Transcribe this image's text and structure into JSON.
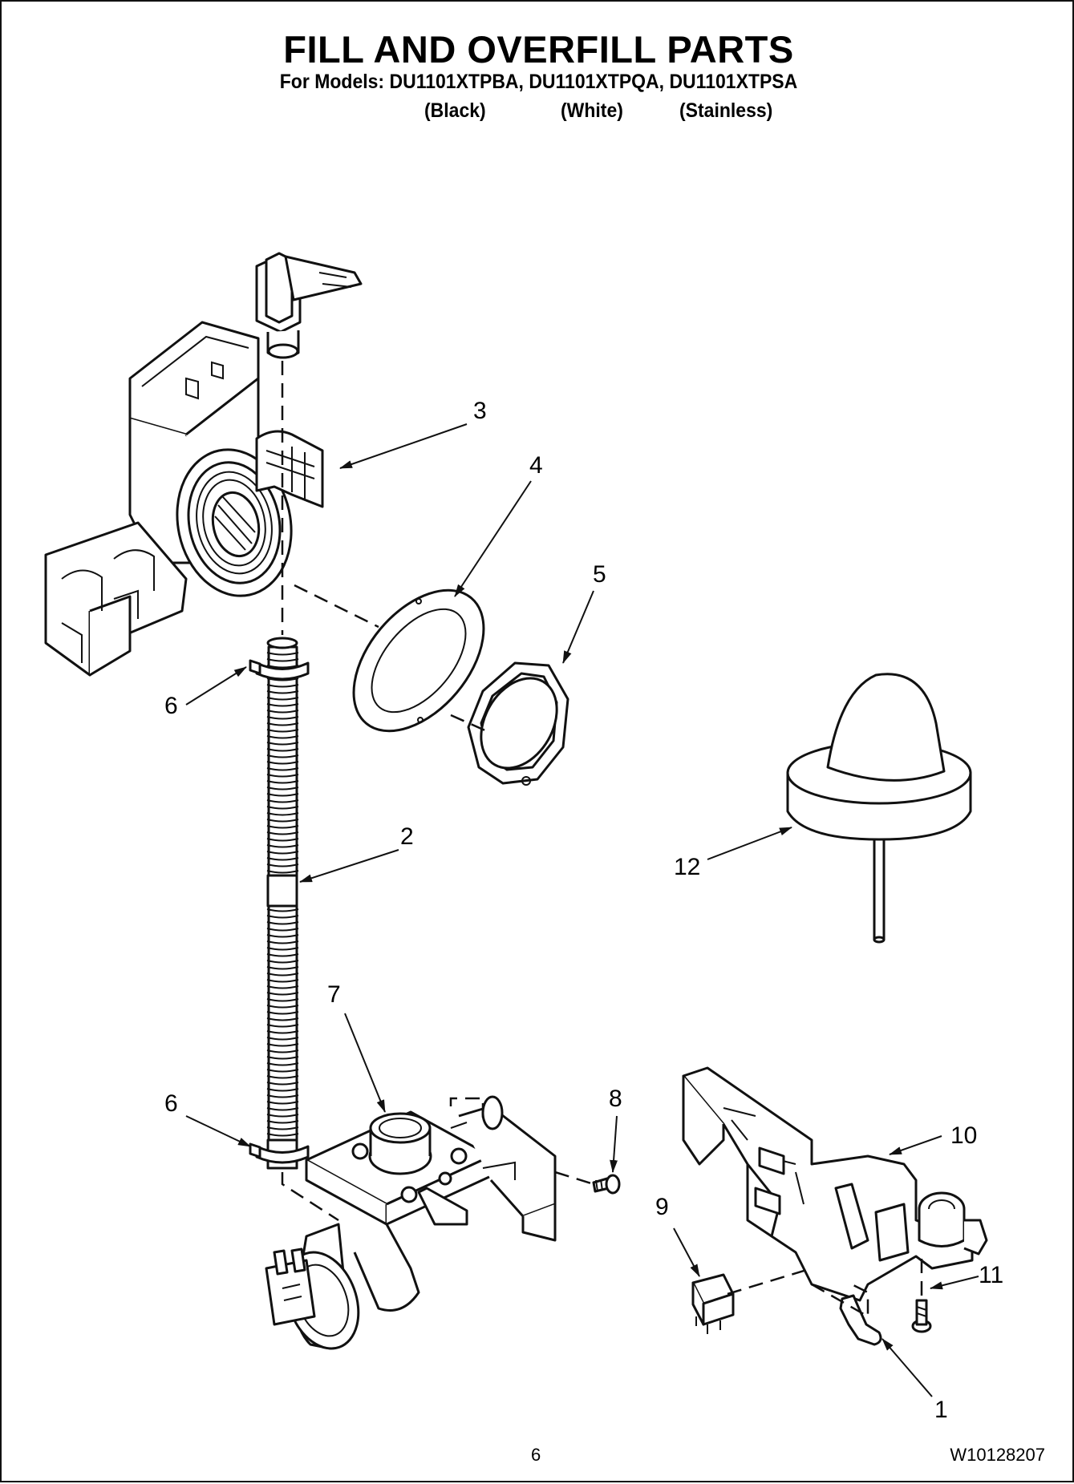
{
  "header": {
    "title": "FILL AND OVERFILL PARTS",
    "models_line": "For Models: DU1101XTPBA, DU1101XTPQA, DU1101XTPSA",
    "variants": [
      "(Black)",
      "(White)",
      "(Stainless)"
    ]
  },
  "callouts": [
    "1",
    "2",
    "3",
    "4",
    "5",
    "6",
    "6",
    "7",
    "8",
    "9",
    "10",
    "11",
    "12"
  ],
  "footer": {
    "page_number": "6",
    "document_number": "W10128207"
  }
}
